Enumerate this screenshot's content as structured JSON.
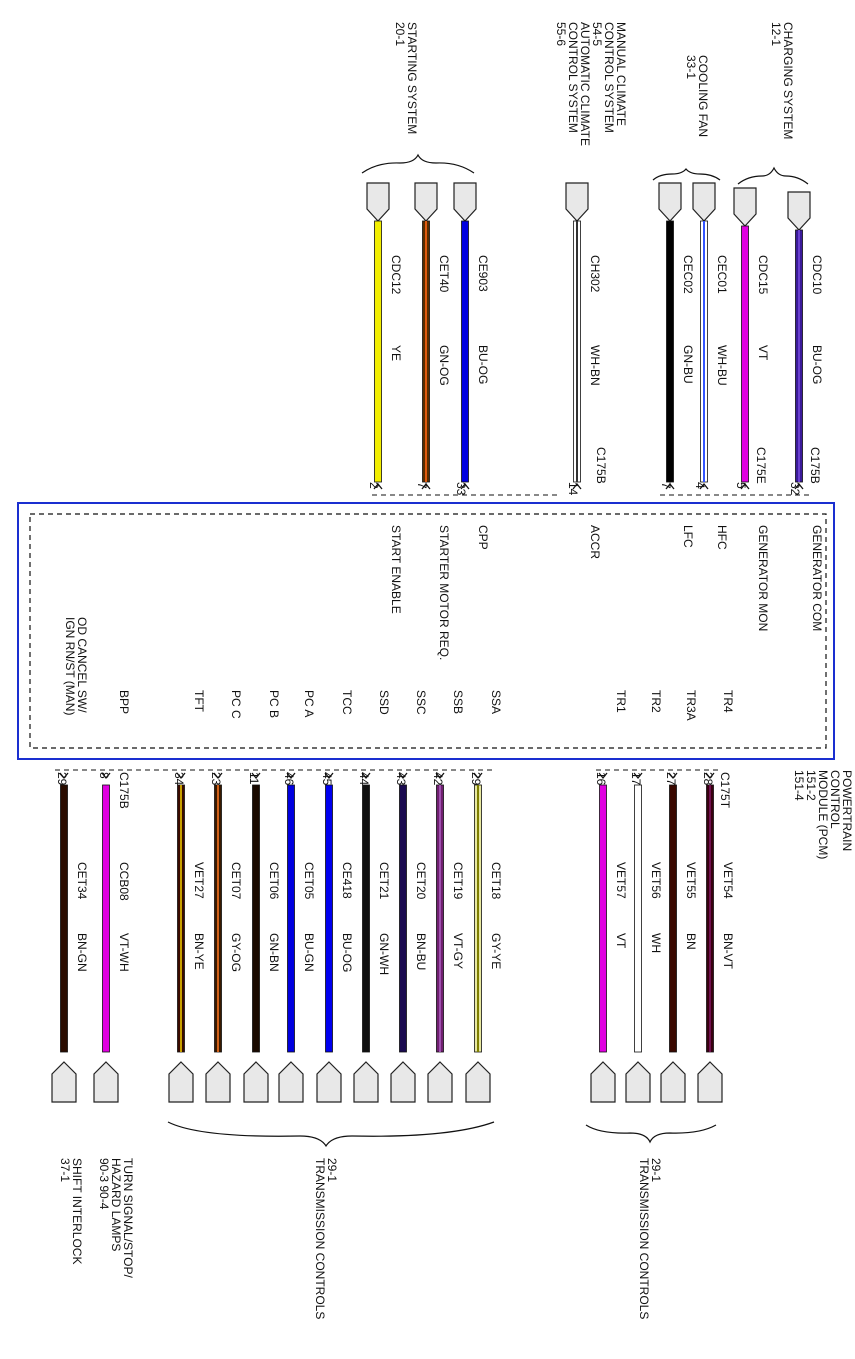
{
  "module": {
    "name_lines": [
      "POWERTRAIN",
      "CONTROL",
      "MODULE (PCM)",
      "151-2",
      "151-4"
    ]
  },
  "top_systems": {
    "starting": [
      "STARTING SYSTEM",
      "20-1"
    ],
    "climate": [
      "MANUAL CLIMATE",
      "CONTROL SYSTEM",
      "54-5",
      "AUTOMATIC CLIMATE",
      "CONTROL SYSTEM",
      "55-6"
    ],
    "cooling": [
      "COOLING FAN",
      "33-1"
    ],
    "charging": [
      "CHARGING SYSTEM",
      "12-1"
    ]
  },
  "top_connectors": {
    "c1": "C175B",
    "c2": "C175E",
    "c3": "C175B"
  },
  "top_circuits": [
    {
      "pin": "2",
      "circuit": "CDC12",
      "color": "YE",
      "signal": "START ENABLE",
      "c1": "#f2ee00",
      "c2": "#f2ee00"
    },
    {
      "pin": "7",
      "circuit": "CET40",
      "color": "GN-OG",
      "signal": "STARTER MOTOR REQ.",
      "c1": "#5a2e00",
      "c2": "#e05a10"
    },
    {
      "pin": "33",
      "circuit": "CE903",
      "color": "BU-OG",
      "signal": "CPP",
      "c1": "#0000e0",
      "c2": "#0000e0"
    },
    {
      "pin": "14",
      "circuit": "CH302",
      "color": "WH-BN",
      "signal": "ACCR",
      "c1": "#ffffff",
      "c2": "#333333"
    },
    {
      "pin": "7",
      "circuit": "CEC02",
      "color": "GN-BU",
      "signal": "LFC",
      "c1": "#000000",
      "c2": "#000000"
    },
    {
      "pin": "4",
      "circuit": "CEC01",
      "color": "WH-BU",
      "signal": "HFC",
      "c1": "#ffffff",
      "c2": "#3355ff"
    },
    {
      "pin": "5",
      "circuit": "CDC15",
      "color": "VT",
      "signal": "GENERATOR MON",
      "c1": "#e000e0",
      "c2": "#e000e0"
    },
    {
      "pin": "32",
      "circuit": "CDC10",
      "color": "BU-OG",
      "signal": "GENERATOR COM",
      "c1": "#3a1a9a",
      "c2": "#6a40d0"
    }
  ],
  "bottom_connectors": {
    "c1": "C175B",
    "c2": "C175T"
  },
  "bottom_circuits": [
    {
      "pin": "29",
      "circuit": "CET34",
      "color": "BN-GN",
      "signal": "OD CANCEL SW/",
      "signal2": "IGN RN/ST (MAN)",
      "c1": "#2a0c00",
      "c2": "#2a0c00"
    },
    {
      "pin": "8",
      "circuit": "CCB08",
      "color": "VT-WH",
      "signal": "BPP",
      "signal2": "",
      "c1": "#e000e0",
      "c2": "#e000e0"
    },
    {
      "pin": "34",
      "circuit": "VET27",
      "color": "BN-YE",
      "signal": "TFT",
      "signal2": "",
      "c1": "#3a0a00",
      "c2": "#c8a000"
    },
    {
      "pin": "23",
      "circuit": "CET07",
      "color": "GY-OG",
      "signal": "PC C",
      "signal2": "",
      "c1": "#3a1a00",
      "c2": "#d06018"
    },
    {
      "pin": "11",
      "circuit": "CET06",
      "color": "GN-BN",
      "signal": "PC B",
      "signal2": "",
      "c1": "#1a0a00",
      "c2": "#1a0a00"
    },
    {
      "pin": "46",
      "circuit": "CET05",
      "color": "BU-GN",
      "signal": "PC A",
      "signal2": "",
      "c1": "#0000e0",
      "c2": "#0000e0"
    },
    {
      "pin": "45",
      "circuit": "CE418",
      "color": "BU-OG",
      "signal": "TCC",
      "signal2": "",
      "c1": "#0000f0",
      "c2": "#0000f0"
    },
    {
      "pin": "44",
      "circuit": "CET21",
      "color": "GN-WH",
      "signal": "SSD",
      "signal2": "",
      "c1": "#101010",
      "c2": "#101010"
    },
    {
      "pin": "43",
      "circuit": "CET20",
      "color": "BN-BU",
      "signal": "SSC",
      "signal2": "",
      "c1": "#1a0a50",
      "c2": "#1a0a50"
    },
    {
      "pin": "42",
      "circuit": "CET19",
      "color": "VT-GY",
      "signal": "SSB",
      "signal2": "",
      "c1": "#702070",
      "c2": "#a050b0"
    },
    {
      "pin": "29",
      "circuit": "CET18",
      "color": "GY-YE",
      "signal": "SSA",
      "signal2": "",
      "c1": "#e8e8a0",
      "c2": "#808000"
    },
    {
      "pin": "16",
      "circuit": "VET57",
      "color": "VT",
      "signal": "TR1",
      "signal2": "",
      "c1": "#e000e0",
      "c2": "#e000e0"
    },
    {
      "pin": "17",
      "circuit": "VET56",
      "color": "WH",
      "signal": "TR2",
      "signal2": "",
      "c1": "#ffffff",
      "c2": "#ffffff"
    },
    {
      "pin": "27",
      "circuit": "VET55",
      "color": "BN",
      "signal": "TR3A",
      "signal2": "",
      "c1": "#3a0800",
      "c2": "#3a0800"
    },
    {
      "pin": "28",
      "circuit": "VET54",
      "color": "BN-VT",
      "signal": "TR4",
      "signal2": "",
      "c1": "#3a0010",
      "c2": "#701050"
    }
  ],
  "bottom_groups": {
    "shift_interlock": [
      "SHIFT INTERLOCK",
      "37-1"
    ],
    "turn_signal": [
      "TURN SIGNAL/STOP/",
      "HAZARD LAMPS",
      "90-3   90-4"
    ],
    "trans_a": [
      "29-1",
      "TRANSMISSION CONTROLS"
    ],
    "trans_b": [
      "29-1",
      "TRANSMISSION CONTROLS"
    ]
  }
}
